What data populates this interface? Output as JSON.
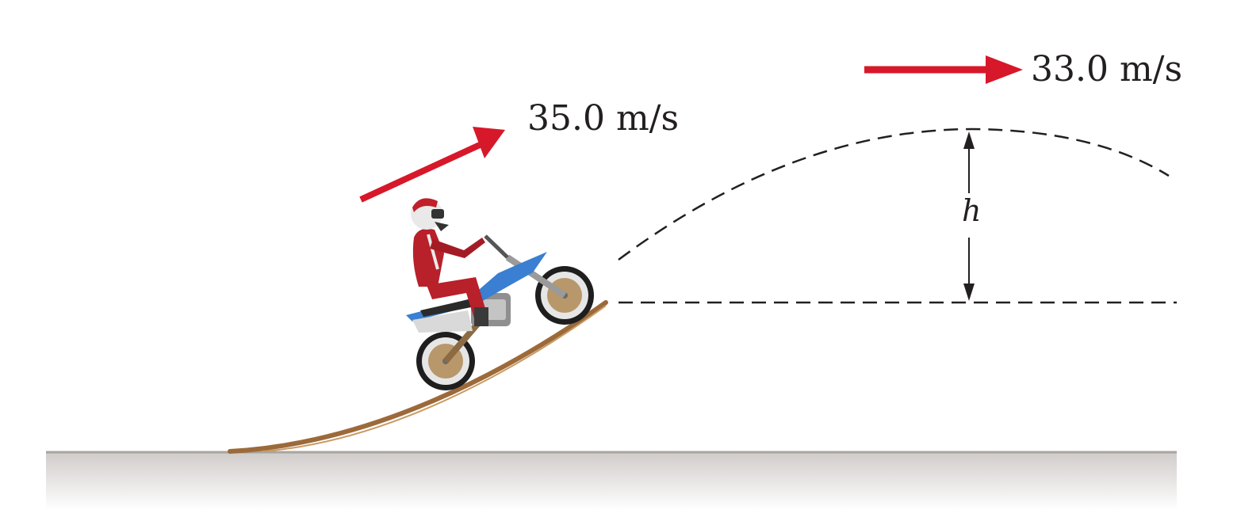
{
  "diagram": {
    "takeoff_speed_label": "35.0 m/s",
    "top_speed_label": "33.0 m/s",
    "height_label": "h"
  },
  "colors": {
    "velocity_arrow": "#d7182a",
    "ramp": "#9c6a3a",
    "ground": "#b8b4b2",
    "bike_body": "#3a7fd1",
    "rider_suit": "#b8202a",
    "trajectory": "#231f20"
  }
}
